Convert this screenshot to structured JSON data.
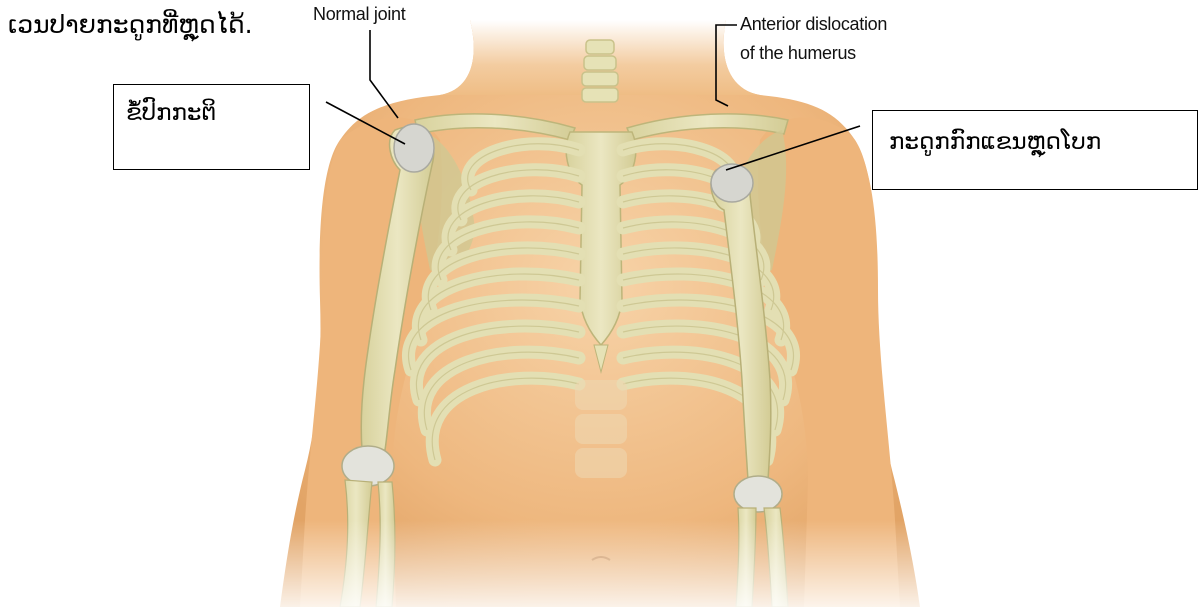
{
  "caption": "ເວນປາຍກະດູກທີ່ຫຼຸດໄດ້.",
  "labels": {
    "normal_joint_en": "Normal joint",
    "dislocation_en_line1": "Anterior dislocation",
    "dislocation_en_line2": "of the humerus"
  },
  "boxes": {
    "normal_joint_lao": "ຂໍ້ປົກກະຕິ",
    "dislocated_lao": "ກະດູກກົກແຂນຫຼຸດໂບກ"
  },
  "colors": {
    "skin": "#f0bd86",
    "bone": "#e6e2b6",
    "cartilage": "#d9d9d9",
    "line": "#000000"
  }
}
